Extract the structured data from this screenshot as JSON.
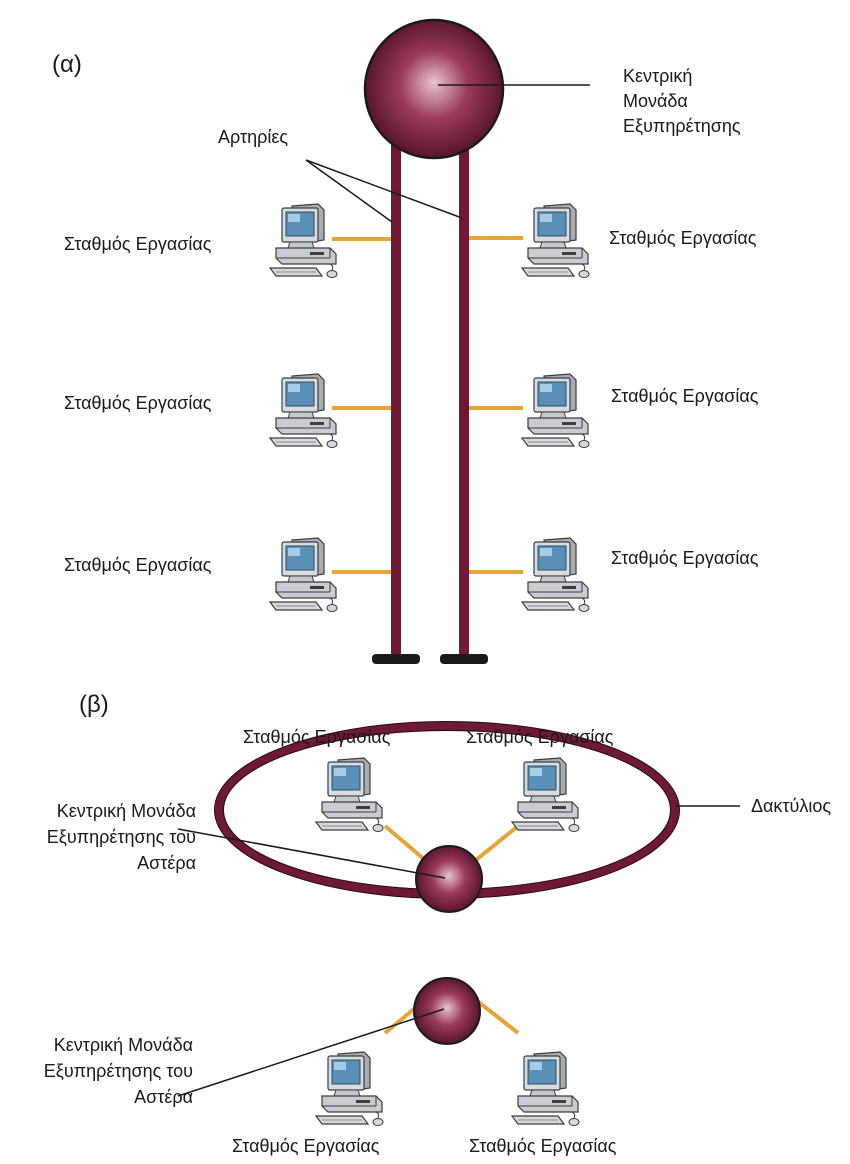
{
  "part_a": {
    "marker": "(α)",
    "hub_label": [
      "Κεντρική",
      "Μονάδα",
      "Εξυπηρέτησης"
    ],
    "arteries_label": "Αρτηρίες",
    "workstations": {
      "left": [
        "Σταθμός Εργασίας",
        "Σταθμός Εργασίας",
        "Σταθμός Εργασίας"
      ],
      "right": [
        "Σταθμός Εργασίας",
        "Σταθμός Εργασίας",
        "Σταθμός Εργασίας"
      ]
    }
  },
  "part_b": {
    "marker": "(β)",
    "top_workstations": [
      "Σταθμός Εργασίας",
      "Σταθμός Εργασίας"
    ],
    "bottom_workstations": [
      "Σταθμός Εργασίας",
      "Σταθμός Εργασίας"
    ],
    "top_hub_label": [
      "Κεντρική Μονάδα",
      "Εξυπηρέτησης του",
      "Αστέρα"
    ],
    "bottom_hub_label": [
      "Κεντρική Μονάδα",
      "Εξυπηρέτησης του",
      "Αστέρα"
    ],
    "ring_label": "Δακτύλιος"
  },
  "colors": {
    "cable": "#6e1a36",
    "link": "#e6a433",
    "hub_light": "#e9c3d1",
    "hub_mid": "#9a3a5c",
    "hub_dark": "#4d0e24",
    "terminator": "#1a1a1a"
  },
  "icons": {
    "workstation": "desktop-computer-icon",
    "hub": "hub-sphere-icon"
  }
}
